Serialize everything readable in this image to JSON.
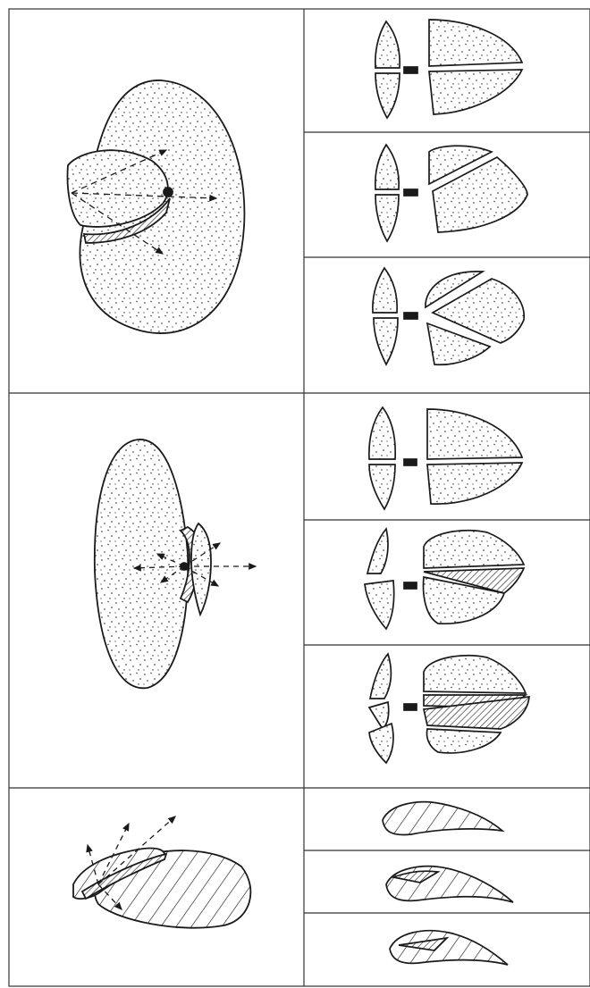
{
  "figure": {
    "ink_color": "#1a1a1a",
    "background_color": "#ffffff",
    "rows": [
      {
        "row": "row-1",
        "main_view": "large-oval-core-with-flake-removal",
        "variants": [
          "two-pieces-split",
          "oblique-split",
          "three-pieces-split"
        ]
      },
      {
        "row": "row-2",
        "main_view": "elongated-core-with-side-flake",
        "variants": [
          "two-pieces-split",
          "curved-fracture-split",
          "multi-fracture-split"
        ]
      },
      {
        "row": "row-3",
        "main_view": "hatched-section-core",
        "variants": [
          "hatched-section-a",
          "hatched-section-b",
          "hatched-section-c"
        ]
      }
    ]
  }
}
